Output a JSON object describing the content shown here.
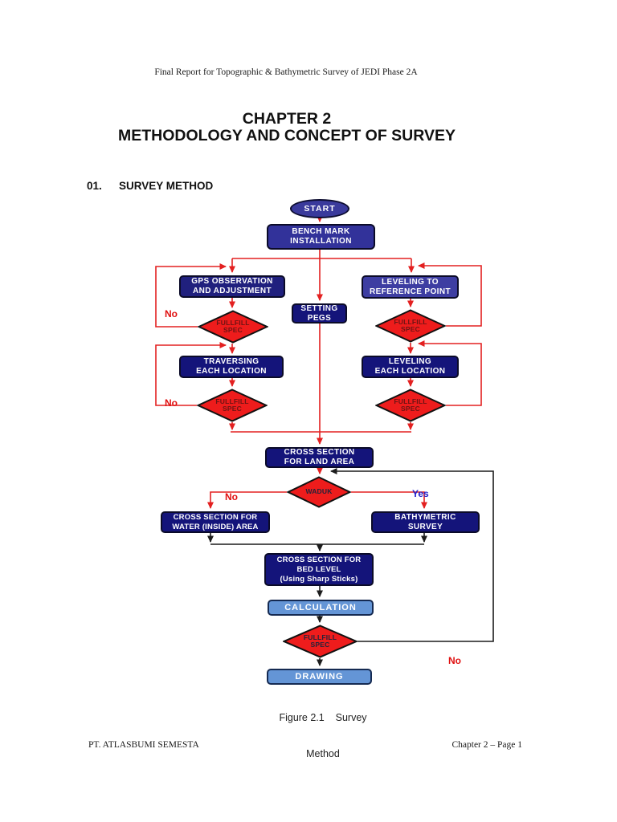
{
  "document": {
    "header": "Final Report for Topographic & Bathymetric Survey of JEDI Phase 2A",
    "title": {
      "line1": "CHAPTER 2",
      "line2": "METHODOLOGY AND CONCEPT OF SURVEY"
    },
    "section": {
      "number": "01.",
      "title": "SURVEY METHOD"
    },
    "figure_caption": {
      "line1": "Figure 2.1    Survey",
      "line2": "Method"
    },
    "footer": {
      "left": "PT. ATLASBUMI SEMESTA",
      "right": "Chapter 2 – Page 1"
    }
  },
  "flowchart": {
    "start": {
      "label": "START"
    },
    "bench_mark": {
      "line1": "BENCH MARK",
      "line2": "INSTALLATION"
    },
    "gps": {
      "line1": "GPS OBSERVATION",
      "line2": "AND ADJUSTMENT"
    },
    "leveling_ref": {
      "line1": "LEVELING TO",
      "line2": "REFERENCE POINT"
    },
    "setting_pegs": {
      "line1": "SETTING",
      "line2": "PEGS"
    },
    "traversing": {
      "line1": "TRAVERSING",
      "line2": "EACH LOCATION"
    },
    "leveling_each": {
      "line1": "LEVELING",
      "line2": "EACH LOCATION"
    },
    "cross_land": {
      "line1": "CROSS SECTION",
      "line2": "FOR LAND AREA"
    },
    "cross_water": {
      "line1": "CROSS SECTION FOR",
      "line2": "WATER (INSIDE) AREA"
    },
    "bathymetric": {
      "line1": "BATHYMETRIC",
      "line2": "SURVEY"
    },
    "cross_bed": {
      "line1": "CROSS SECTION FOR",
      "line2": "BED LEVEL",
      "line3": "(Using Sharp Sticks)"
    },
    "calculation": {
      "label": "CALCULATION"
    },
    "drawing": {
      "label": "DRAWING"
    },
    "decision_fullfill": {
      "line1": "FULLFILL",
      "line2": "SPEC"
    },
    "decision_waduk": {
      "label": "WADUK"
    },
    "labels": {
      "no": "No",
      "yes": "Yes"
    },
    "colors": {
      "process_navy": "#14147a",
      "process_medium_blue": "#32329a",
      "process_light_purple_blue": "#3d3da2",
      "process_light_blue": "#6495d6",
      "decision_red": "#ee1c1c",
      "connector_red": "#e32020",
      "connector_black": "#1c1c1c",
      "label_no_red": "#e01010",
      "label_yes_blue": "#2121cc"
    }
  }
}
